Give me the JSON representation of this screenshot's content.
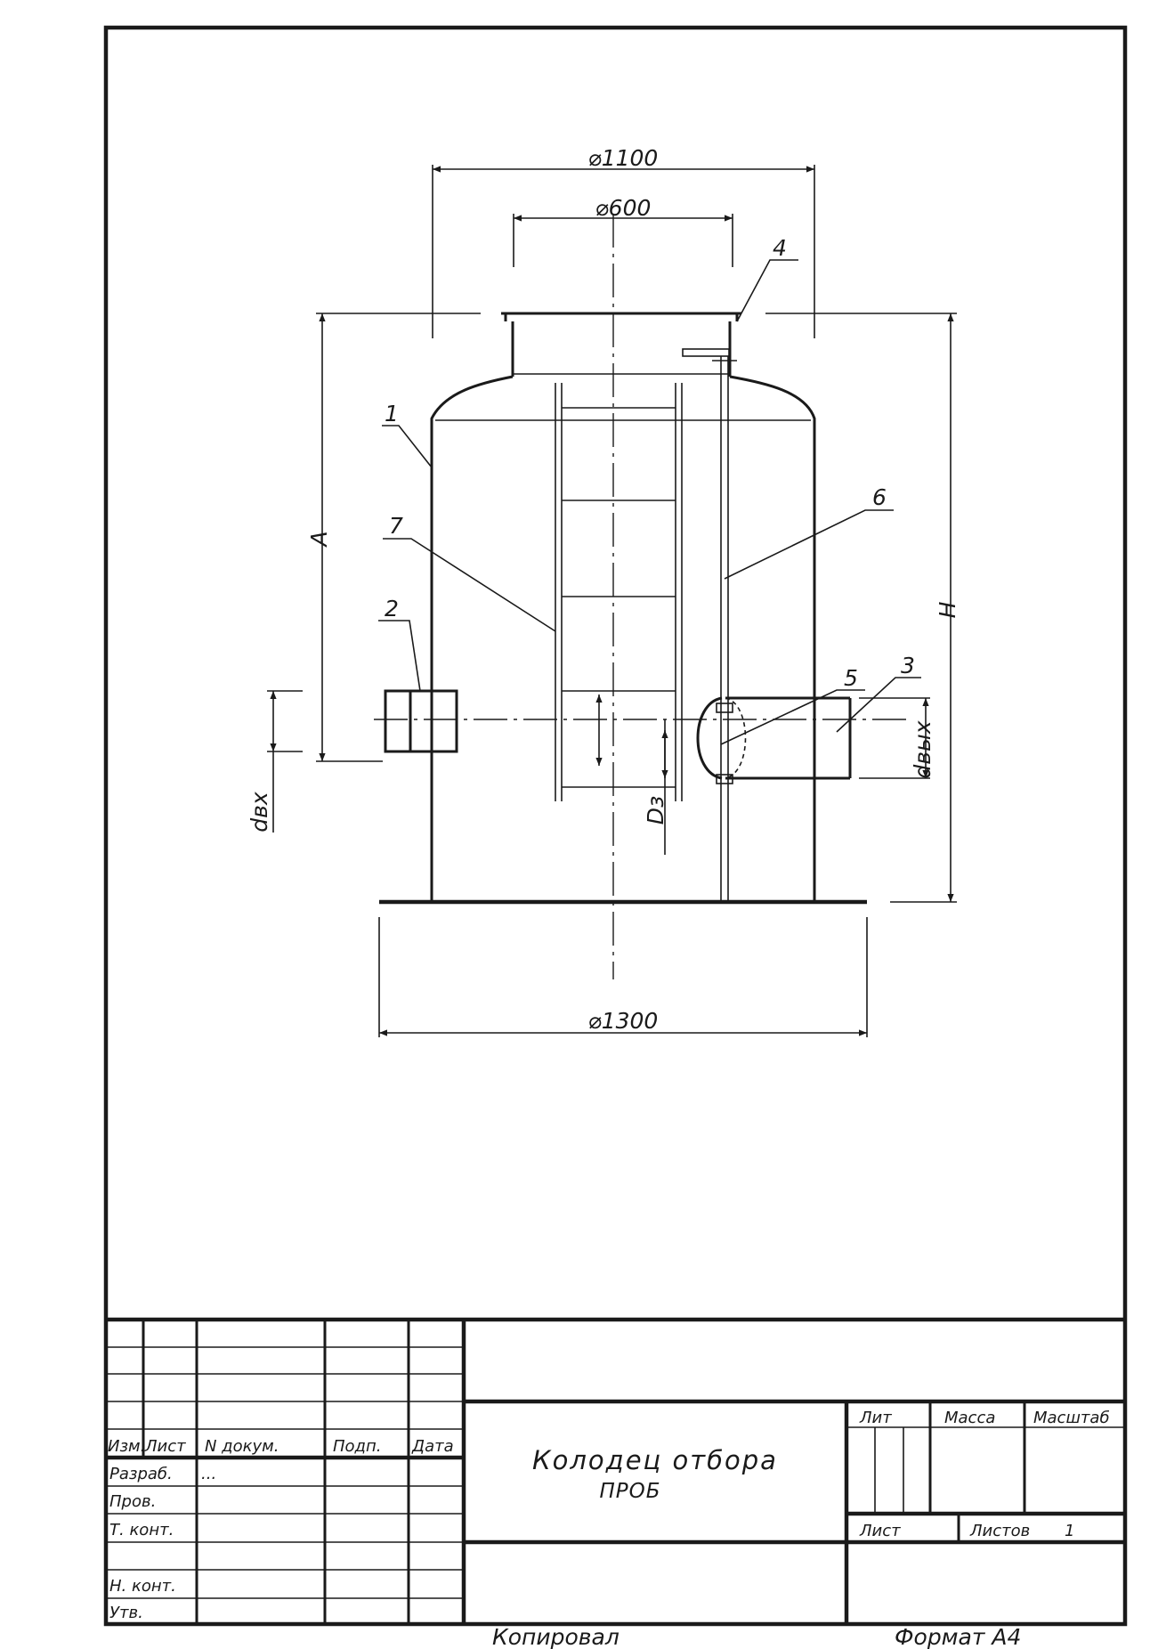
{
  "drawing": {
    "dimensions": {
      "d_top": "⌀1100",
      "d_neck": "⌀600",
      "d_base": "⌀1300",
      "height_a": "A",
      "height_h": "H",
      "d_inlet": "dвх",
      "d_outlet": "dвых",
      "d_valve": "Dз"
    },
    "callouts": [
      "1",
      "2",
      "3",
      "4",
      "5",
      "6",
      "7"
    ]
  },
  "title_block": {
    "headers": {
      "izm": "Изм.",
      "list": "Лист",
      "n_dokum": "N  докум.",
      "podp": "Подп.",
      "data": "Дата"
    },
    "rows": [
      "Разраб.",
      "Пров.",
      "Т. конт.",
      "Н. конт.",
      "Утв."
    ],
    "razrab_mark": "...",
    "title_line1": "Колодец  отбора",
    "title_line2": "ПРОБ",
    "lit_label": "Лит",
    "massa_label": "Масса",
    "masshtab_label": "Масштаб",
    "list_label": "Лист",
    "listov_label": "Листов",
    "listov_value": "1"
  },
  "footer": {
    "kopiroval": "Копировал",
    "format": "Формат  А4"
  }
}
